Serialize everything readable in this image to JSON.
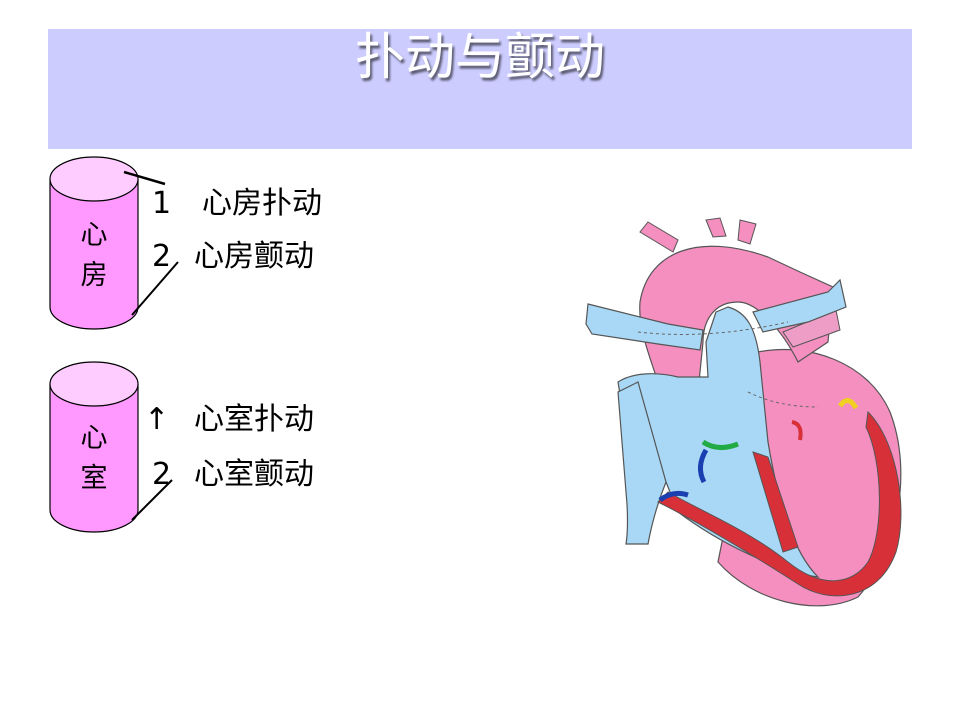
{
  "slide": {
    "title": "扑动与颤动"
  },
  "atrium": {
    "label_line1": "心",
    "label_line2": "房",
    "items": [
      {
        "num": "1",
        "text": "心房扑动"
      },
      {
        "num": "2",
        "text": "心房颤动"
      }
    ]
  },
  "ventricle": {
    "label_line1": "心",
    "label_line2": "室",
    "items": [
      {
        "num": "↑",
        "text": "心室扑动"
      },
      {
        "num": "2",
        "text": "心室颤动"
      }
    ]
  },
  "colors": {
    "title_bar": "#ccccff",
    "cylinder_fill": "#ff99ff",
    "cylinder_top": "#ffccff",
    "heart_pink": "#f58fc0",
    "heart_blue": "#a8d8f5",
    "heart_red": "#d83038"
  }
}
